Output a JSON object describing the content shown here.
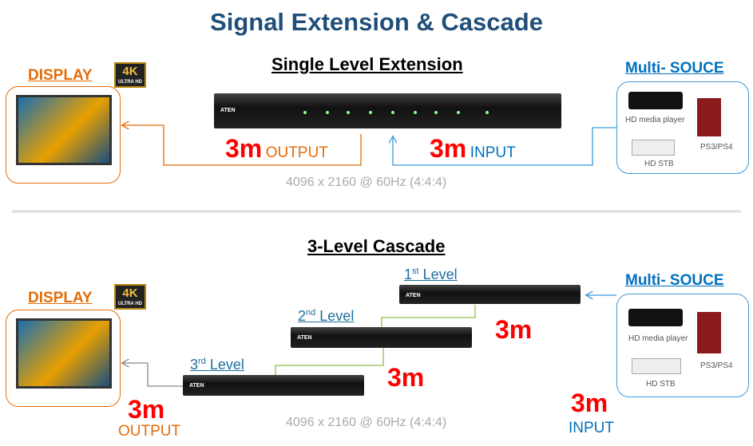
{
  "title": "Signal Extension & Cascade",
  "single": {
    "heading": "Single Level Extension",
    "display": "DISPLAY",
    "source": "Multi- SOUCE",
    "out_len": "3m",
    "out_label": "OUTPUT",
    "in_len": "3m",
    "in_label": "INPUT",
    "spec": "4096 x 2160 @ 60Hz (4:4:4)"
  },
  "cascade": {
    "heading": "3-Level Cascade",
    "display": "DISPLAY",
    "source": "Multi- SOUCE",
    "levels": [
      {
        "n": "1",
        "sup": "st",
        "label": "Level"
      },
      {
        "n": "2",
        "sup": "nd",
        "label": "Level"
      },
      {
        "n": "3",
        "sup": "rd",
        "label": "Level"
      }
    ],
    "len_a": "3m",
    "len_b": "3m",
    "out_len": "3m",
    "out_label": "OUTPUT",
    "in_len": "3m",
    "in_label": "INPUT",
    "spec": "4096 x 2160 @ 60Hz (4:4:4)"
  },
  "badge": {
    "k": "4K",
    "sub": "ULTRA HD"
  },
  "switch_brand": "ATEN",
  "sources": {
    "media": "HD media player",
    "stb": "HD STB",
    "ps": "PS3/PS4"
  },
  "colors": {
    "title": "#1f4e79",
    "output": "#e46c0a",
    "input": "#0070c0",
    "cable": "#f00"
  }
}
